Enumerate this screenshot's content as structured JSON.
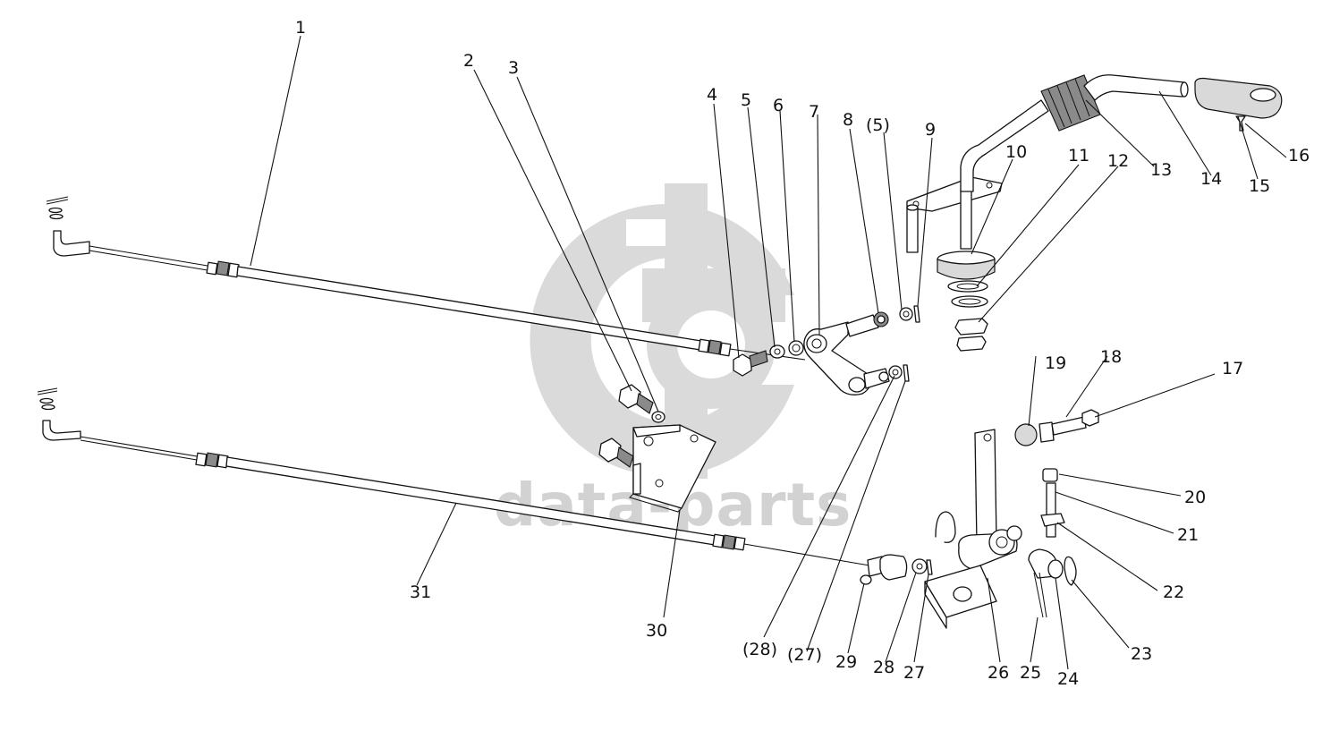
{
  "watermark": {
    "text": "data-parts",
    "color": "#d2d2d2"
  },
  "callouts": [
    {
      "id": "c1",
      "text": "1"
    },
    {
      "id": "c2",
      "text": "2"
    },
    {
      "id": "c3",
      "text": "3"
    },
    {
      "id": "c4",
      "text": "4"
    },
    {
      "id": "c5",
      "text": "5"
    },
    {
      "id": "c6",
      "text": "6"
    },
    {
      "id": "c7",
      "text": "7"
    },
    {
      "id": "c8",
      "text": "8"
    },
    {
      "id": "c5b",
      "text": "(5)"
    },
    {
      "id": "c9",
      "text": "9"
    },
    {
      "id": "c10",
      "text": "10"
    },
    {
      "id": "c11",
      "text": "11"
    },
    {
      "id": "c12",
      "text": "12"
    },
    {
      "id": "c13",
      "text": "13"
    },
    {
      "id": "c14",
      "text": "14"
    },
    {
      "id": "c15",
      "text": "15"
    },
    {
      "id": "c16",
      "text": "16"
    },
    {
      "id": "c17",
      "text": "17"
    },
    {
      "id": "c18",
      "text": "18"
    },
    {
      "id": "c19",
      "text": "19"
    },
    {
      "id": "c20",
      "text": "20"
    },
    {
      "id": "c21",
      "text": "21"
    },
    {
      "id": "c22",
      "text": "22"
    },
    {
      "id": "c23",
      "text": "23"
    },
    {
      "id": "c24",
      "text": "24"
    },
    {
      "id": "c25",
      "text": "25"
    },
    {
      "id": "c26",
      "text": "26"
    },
    {
      "id": "c27",
      "text": "27"
    },
    {
      "id": "c28",
      "text": "28"
    },
    {
      "id": "c29",
      "text": "29"
    },
    {
      "id": "c30",
      "text": "30"
    },
    {
      "id": "c31",
      "text": "31"
    },
    {
      "id": "c28b",
      "text": "(28)"
    },
    {
      "id": "c27b",
      "text": "(27)"
    }
  ]
}
